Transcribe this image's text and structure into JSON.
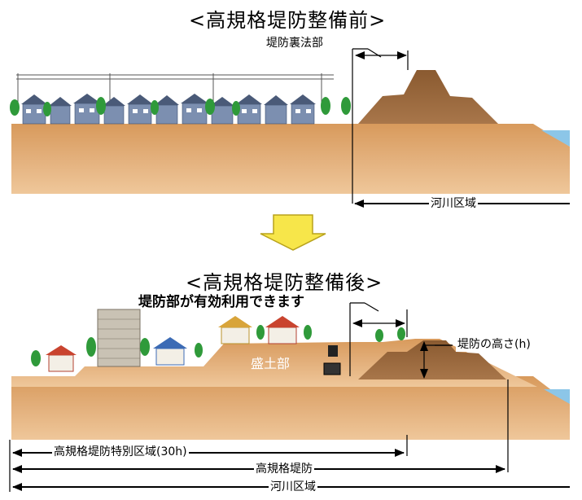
{
  "before": {
    "title": "<高規格堤防整備前>",
    "back_slope_label": "堤防裏法部",
    "river_area_label": "河川区域"
  },
  "after": {
    "title": "<高規格堤防整備後>",
    "usable_label": "堤防部が有効利用できます",
    "height_label": "堤防の高さ(h)",
    "fill_label": "盛土部",
    "special_zone_label": "高規格堤防特別区域(30h)",
    "levee_label": "高規格堤防",
    "river_area_label": "河川区域"
  },
  "colors": {
    "soil": "#e2b07a",
    "levee": "#9c6a3c",
    "water": "#8cc6e8",
    "arrow_fill": "#f7e64a",
    "arrow_stroke": "#b8a21c"
  }
}
